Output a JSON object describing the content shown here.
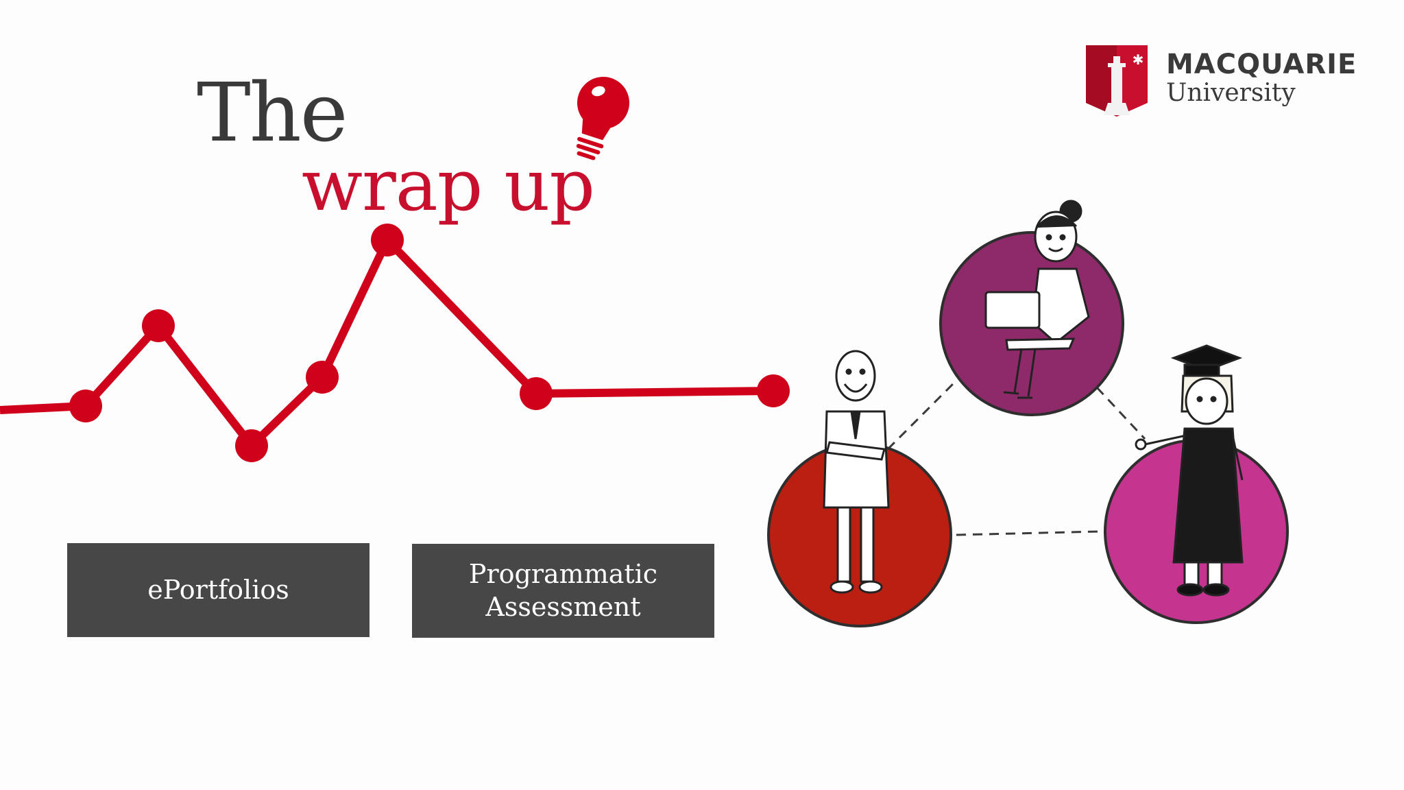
{
  "slide": {
    "title_line1": "The",
    "title_line2": "wrap up"
  },
  "boxes": {
    "item1": "ePortfolios",
    "item2_line1": "Programmatic",
    "item2_line2": "Assessment"
  },
  "logo": {
    "name": "MACQUARIE",
    "sub": "University"
  },
  "colors": {
    "accent": "#c8102e",
    "box": "#474747",
    "circle_red": "#bb1f12",
    "circle_purple": "#8e2a6a",
    "circle_magenta": "#c53590"
  },
  "icons": [
    "lightbulb-icon",
    "lighthouse-crest-icon",
    "teacher-figure",
    "professional-woman-figure",
    "graduate-figure"
  ]
}
